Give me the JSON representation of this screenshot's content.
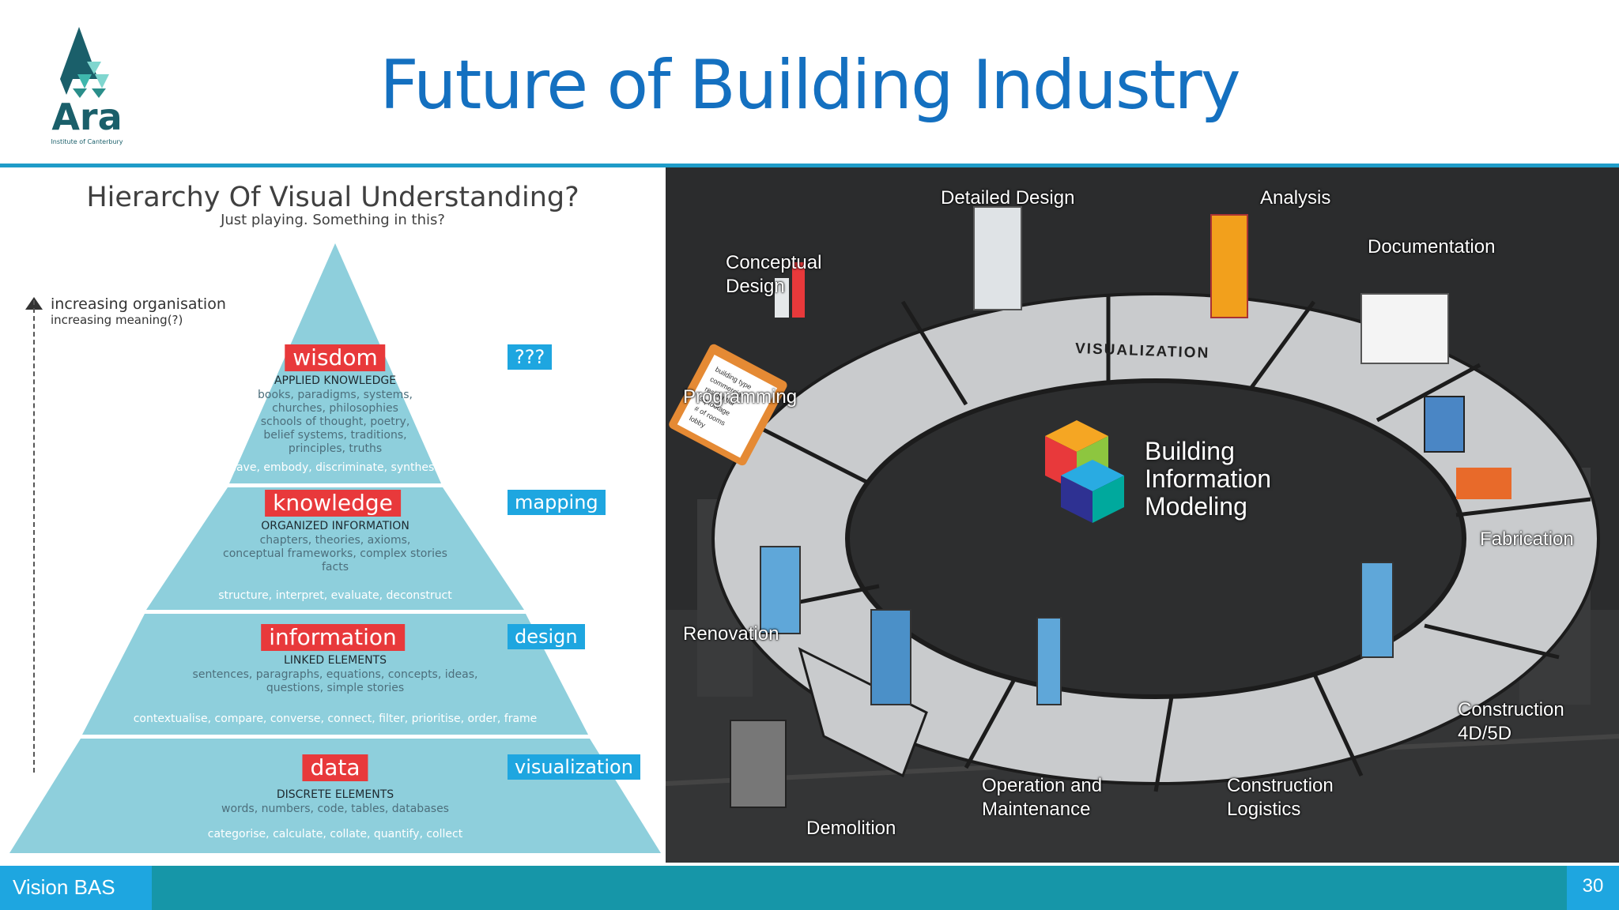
{
  "header": {
    "title": "Future of Building Industry",
    "logo": {
      "name": "Ara",
      "subtitle": "Institute of Canterbury"
    }
  },
  "pyramid": {
    "title": "Hierarchy Of Visual Understanding?",
    "subtitle": "Just playing. Something in this?",
    "axis": {
      "label": "increasing organisation",
      "sublabel": "increasing meaning(?)"
    },
    "tiers": [
      {
        "label": "wisdom",
        "caps": "APPLIED KNOWLEDGE",
        "desc_lines": [
          "books, paradigms, systems,",
          "churches, philosophies",
          "schools of thought, poetry,",
          "belief systems, traditions,",
          "principles, truths"
        ],
        "verbs": "weave, embody, discriminate, synthesize",
        "tag": "???"
      },
      {
        "label": "knowledge",
        "caps": "ORGANIZED INFORMATION",
        "desc_lines": [
          "chapters, theories, axioms,",
          "conceptual frameworks, complex stories",
          "facts"
        ],
        "verbs": "structure, interpret, evaluate, deconstruct",
        "tag": "mapping"
      },
      {
        "label": "information",
        "caps": "LINKED ELEMENTS",
        "desc_lines": [
          "sentences, paragraphs,  equations, concepts, ideas,",
          "questions, simple stories"
        ],
        "verbs": "contextualise, compare, converse, connect, filter, prioritise, order, frame",
        "tag": "design"
      },
      {
        "label": "data",
        "caps": "DISCRETE ELEMENTS",
        "desc_lines": [
          "words, numbers, code, tables, databases"
        ],
        "verbs": "categorise, calculate, collate, quantify, collect",
        "tag": "visualization"
      }
    ]
  },
  "bim": {
    "center_lines": [
      "Building",
      "Information",
      "Modeling"
    ],
    "ring_label": "VISUALIZATION",
    "stages": {
      "conceptual_design": [
        "Conceptual",
        "Design"
      ],
      "detailed_design": [
        "Detailed Design"
      ],
      "analysis": [
        "Analysis"
      ],
      "documentation": [
        "Documentation"
      ],
      "programming": [
        "Programming"
      ],
      "fabrication": [
        "Fabrication"
      ],
      "renovation": [
        "Renovation"
      ],
      "construction_4d5d": [
        "Construction",
        "4D/5D"
      ],
      "operation_maintenance": [
        "Operation and",
        "Maintenance"
      ],
      "construction_logistics": [
        "Construction",
        "Logistics"
      ],
      "demolition": [
        "Demolition"
      ]
    },
    "clipboard_lines": [
      "building type",
      "commercial",
      "residential",
      "sq footage",
      "# of rooms",
      "lobby"
    ]
  },
  "footer": {
    "label": "Vision BAS",
    "page": "30"
  },
  "colors": {
    "title_blue": "#1470c0",
    "pyramid_fill": "#8ecfdc",
    "label_red": "#e8393b",
    "tag_blue": "#1ea6e0",
    "footer_teal": "#1696a8"
  }
}
